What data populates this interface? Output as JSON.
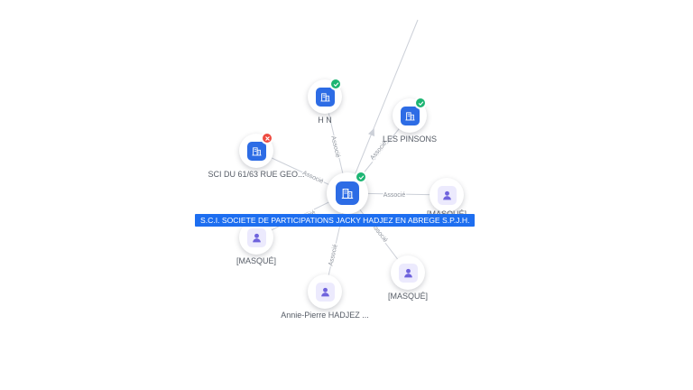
{
  "central": {
    "label": "S.C.I. SOCIETE DE PARTICIPATIONS JACKY HADJEZ EN ABREGE S.P.J.H.",
    "type": "company",
    "status": "active"
  },
  "nodes": [
    {
      "label": "H N",
      "type": "company",
      "status": "active"
    },
    {
      "label": "LES PINSONS",
      "type": "company",
      "status": "active"
    },
    {
      "label": "SCI DU 61/63 RUE GEO...",
      "type": "company",
      "status": "closed"
    },
    {
      "label": "[MASQUÉ]",
      "type": "person"
    },
    {
      "label": "[MASQUÉ]",
      "type": "person"
    },
    {
      "label": "Annie-Pierre HADJEZ ...",
      "type": "person"
    },
    {
      "label": "[MASQUÉ]",
      "type": "person"
    }
  ],
  "edges": [
    {
      "to": "H N",
      "label": "Associé"
    },
    {
      "to": "LES PINSONS",
      "label": "Associé"
    },
    {
      "to": "offscreen-top",
      "label": ""
    },
    {
      "to": "[MASQUÉ]",
      "label": "Associé"
    },
    {
      "to": "SCI DU 61/63 RUE GEO...",
      "label": "Associé"
    },
    {
      "to": "[MASQUÉ]",
      "label": "Associé"
    },
    {
      "to": "Annie-Pierre HADJEZ ...",
      "label": "Associé"
    },
    {
      "to": "[MASQUÉ]",
      "label": "Associé"
    }
  ],
  "colors": {
    "company_icon": "#2d6ce5",
    "person_icon": "#6f63dd",
    "badge_active": "#1db573",
    "badge_closed": "#ee4b40",
    "central_bar": "#1d6ef0",
    "edge": "#ccd0d8"
  }
}
